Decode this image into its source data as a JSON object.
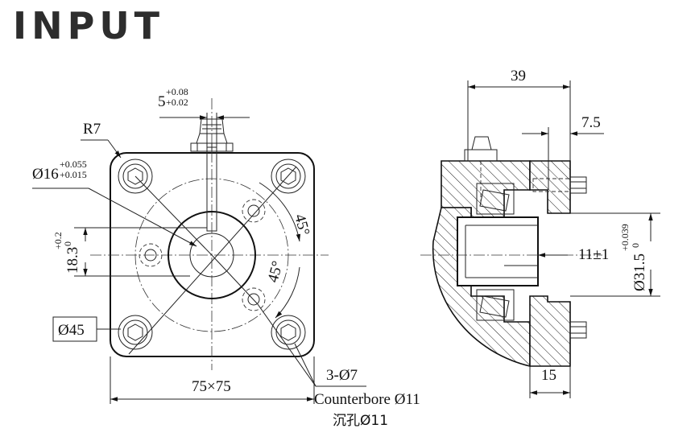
{
  "title": "INPUT",
  "front_view": {
    "slot_width": {
      "nominal": "5",
      "upper": "+0.08",
      "lower": "+0.02"
    },
    "corner_radius": "R7",
    "bore_diameter": {
      "nominal": "Ø16",
      "upper": "+0.055",
      "lower": "+0.015"
    },
    "key_height": {
      "nominal": "18.3",
      "upper": "+0.2",
      "lower": "0"
    },
    "angle_1": "45°",
    "angle_2": "45°",
    "pcd": "Ø45",
    "square": "75×75",
    "holes": "3-Ø7",
    "counterbore": "Counterbore Ø11",
    "counterbore_cn": "沉孔Ø11"
  },
  "side_view": {
    "depth": "39",
    "step": "7.5",
    "shaft_len": "11±1",
    "pilot_diameter": {
      "nominal": "Ø31.5",
      "upper": "+0.039",
      "lower": "0"
    },
    "flange": "15"
  }
}
